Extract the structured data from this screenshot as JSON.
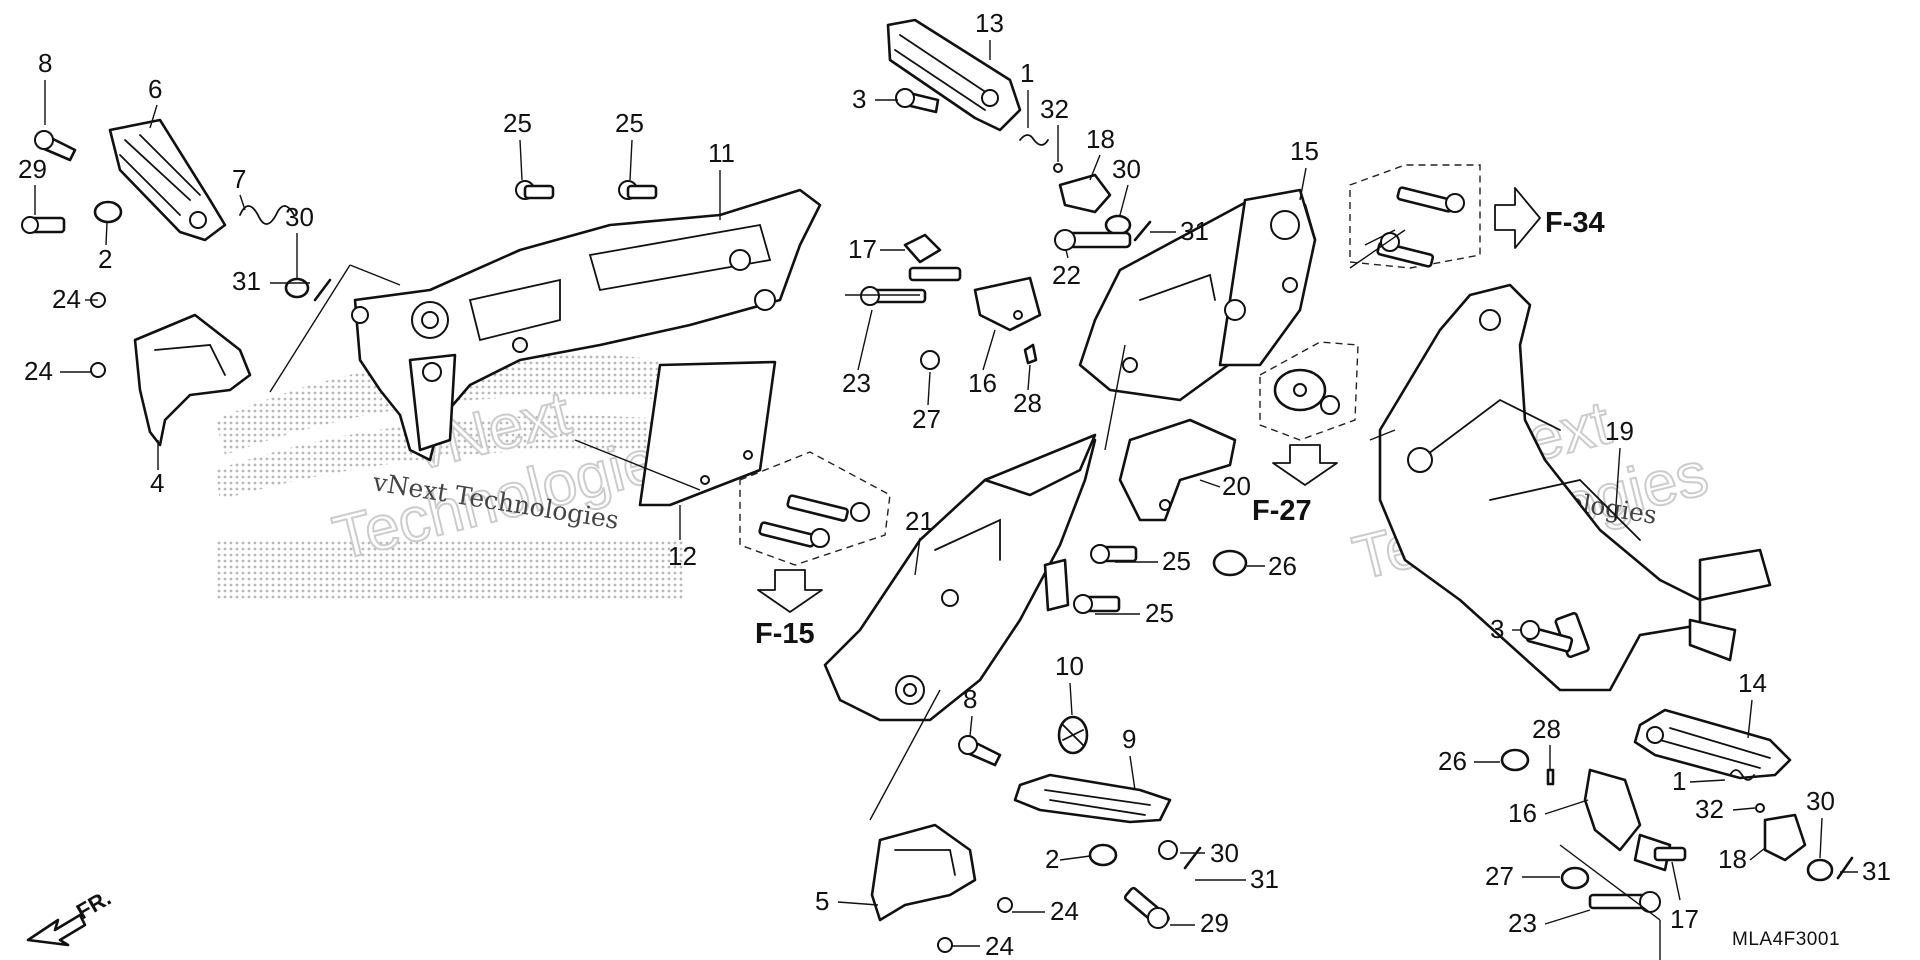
{
  "diagram_code": "MLA4F3001",
  "front_marker": "FR.",
  "watermark": {
    "company": "vNext Technologies",
    "word_top": "vNext",
    "word_bottom": "Technologies"
  },
  "section_refs": [
    "F-15",
    "F-27",
    "F-34"
  ],
  "callouts": [
    "1",
    "2",
    "3",
    "4",
    "5",
    "6",
    "7",
    "8",
    "9",
    "10",
    "11",
    "12",
    "13",
    "14",
    "15",
    "16",
    "17",
    "18",
    "19",
    "20",
    "21",
    "22",
    "23",
    "24",
    "25",
    "26",
    "27",
    "28",
    "29",
    "30",
    "31",
    "32"
  ]
}
